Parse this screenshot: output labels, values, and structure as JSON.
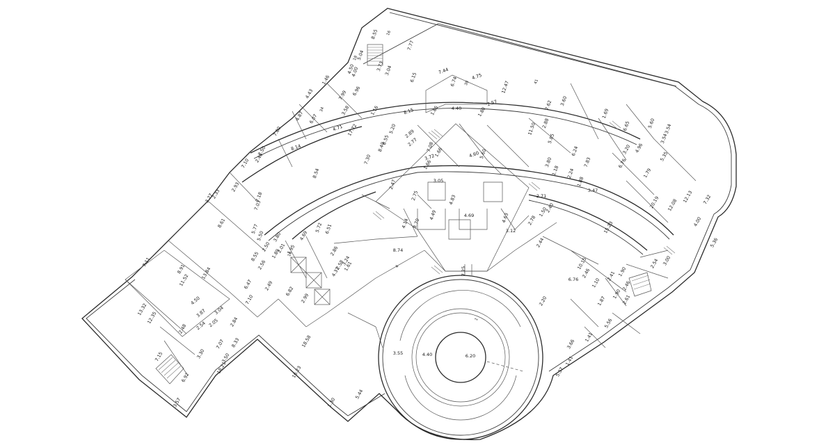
{
  "dimensions": [
    {
      "id": "d01",
      "text": "8.55"
    },
    {
      "id": "d02",
      "text": "7.77"
    },
    {
      "id": "d03",
      "text": "3.73"
    },
    {
      "id": "d04",
      "text": "4.50"
    },
    {
      "id": "d05",
      "text": "3.04"
    },
    {
      "id": "d06",
      "text": "5.04"
    },
    {
      "id": "d07",
      "text": "4.00"
    },
    {
      "id": "d08",
      "text": "6.15"
    },
    {
      "id": "d09",
      "text": "7.44"
    },
    {
      "id": "d10",
      "text": "4.75"
    },
    {
      "id": "d11",
      "text": "6.74"
    },
    {
      "id": "d12",
      "text": "12.47"
    },
    {
      "id": "d13",
      "text": "4.43"
    },
    {
      "id": "d14",
      "text": "1.46"
    },
    {
      "id": "d15",
      "text": "7.99"
    },
    {
      "id": "d16",
      "text": "6.96"
    },
    {
      "id": "d17",
      "text": "8.15"
    },
    {
      "id": "d18",
      "text": "4.40"
    },
    {
      "id": "d19",
      "text": "1.85"
    },
    {
      "id": "d20",
      "text": "1.80"
    },
    {
      "id": "d21",
      "text": "2.57"
    },
    {
      "id": "d22",
      "text": "7.62"
    },
    {
      "id": "d23",
      "text": "3.60"
    },
    {
      "id": "d24",
      "text": "4.87"
    },
    {
      "id": "d25",
      "text": "6.07"
    },
    {
      "id": "d26",
      "text": "7.80"
    },
    {
      "id": "d27",
      "text": "4.71"
    },
    {
      "id": "d28",
      "text": "17.72"
    },
    {
      "id": "d29",
      "text": "5.20"
    },
    {
      "id": "d30",
      "text": "2.89"
    },
    {
      "id": "d31",
      "text": "2.77"
    },
    {
      "id": "d32",
      "text": "11.50"
    },
    {
      "id": "d33",
      "text": "2.88"
    },
    {
      "id": "d34",
      "text": "5.85"
    },
    {
      "id": "d35",
      "text": "2.50"
    },
    {
      "id": "d36",
      "text": "7.10"
    },
    {
      "id": "d37",
      "text": "2.45"
    },
    {
      "id": "d38",
      "text": "8.14"
    },
    {
      "id": "d39",
      "text": "7.30"
    },
    {
      "id": "d40",
      "text": "8.40"
    },
    {
      "id": "d41",
      "text": "8.55"
    },
    {
      "id": "d42",
      "text": "4.60"
    },
    {
      "id": "d43",
      "text": "5.60"
    },
    {
      "id": "d44",
      "text": "7.08"
    },
    {
      "id": "d45",
      "text": "3.72"
    },
    {
      "id": "d46",
      "text": "1.66"
    },
    {
      "id": "d47",
      "text": "1.66"
    },
    {
      "id": "d48",
      "text": "8.54"
    },
    {
      "id": "d49",
      "text": "3.27"
    },
    {
      "id": "d50",
      "text": "2.33"
    },
    {
      "id": "d51",
      "text": "2.93"
    },
    {
      "id": "d52",
      "text": "7.18"
    },
    {
      "id": "d53",
      "text": "7.03"
    },
    {
      "id": "d54",
      "text": "3.05"
    },
    {
      "id": "d55",
      "text": "2.47"
    },
    {
      "id": "d56",
      "text": "2.75"
    },
    {
      "id": "d57",
      "text": "4.83"
    },
    {
      "id": "d58",
      "text": "8.61"
    },
    {
      "id": "d59",
      "text": "5.77"
    },
    {
      "id": "d60",
      "text": "5.50"
    },
    {
      "id": "d61",
      "text": "4.14"
    },
    {
      "id": "d62",
      "text": "8.70"
    },
    {
      "id": "d63",
      "text": "4.49"
    },
    {
      "id": "d64",
      "text": "4.69"
    },
    {
      "id": "d65",
      "text": "4.63"
    },
    {
      "id": "d66",
      "text": "3.12"
    },
    {
      "id": "d67",
      "text": "3.80"
    },
    {
      "id": "d68",
      "text": "2.50"
    },
    {
      "id": "d69",
      "text": "4.69"
    },
    {
      "id": "d70",
      "text": "5.72"
    },
    {
      "id": "d71",
      "text": "6.51"
    },
    {
      "id": "d72",
      "text": "2.01"
    },
    {
      "id": "d73",
      "text": "1.89"
    },
    {
      "id": "d74",
      "text": "2.86"
    },
    {
      "id": "d75",
      "text": "1.95"
    },
    {
      "id": "d76",
      "text": "3.24"
    },
    {
      "id": "d77",
      "text": "2.58"
    },
    {
      "id": "d78",
      "text": "1.61"
    },
    {
      "id": "d79",
      "text": "8.74"
    },
    {
      "id": "d80",
      "text": "4.37"
    },
    {
      "id": "d81",
      "text": "7.11"
    },
    {
      "id": "d82",
      "text": "8.91"
    },
    {
      "id": "d83",
      "text": "13.84"
    },
    {
      "id": "d84",
      "text": "11.52"
    },
    {
      "id": "d85",
      "text": "8.55"
    },
    {
      "id": "d86",
      "text": "2.56"
    },
    {
      "id": "d87",
      "text": "6.47"
    },
    {
      "id": "d88",
      "text": "2.49"
    },
    {
      "id": "d89",
      "text": "6.82"
    },
    {
      "id": "d90",
      "text": "2.99"
    },
    {
      "id": "d91",
      "text": "7.10"
    },
    {
      "id": "d92",
      "text": "4.50"
    },
    {
      "id": "d93",
      "text": "3.87"
    },
    {
      "id": "d94",
      "text": "3.04"
    },
    {
      "id": "d95",
      "text": "2.05"
    },
    {
      "id": "d96",
      "text": "2.54"
    },
    {
      "id": "d97",
      "text": "2.84"
    },
    {
      "id": "d98",
      "text": "13.32"
    },
    {
      "id": "d99",
      "text": "12.35"
    },
    {
      "id": "d100",
      "text": "2.48"
    },
    {
      "id": "d101",
      "text": "7.07"
    },
    {
      "id": "d102",
      "text": "8.33"
    },
    {
      "id": "d103",
      "text": "18.58"
    },
    {
      "id": "d104",
      "text": "7.15"
    },
    {
      "id": "d105",
      "text": "3.30"
    },
    {
      "id": "d106",
      "text": "18.21"
    },
    {
      "id": "d107",
      "text": "3.50"
    },
    {
      "id": "d108",
      "text": "16.23"
    },
    {
      "id": "d109",
      "text": "6.92"
    },
    {
      "id": "d110",
      "text": "3.57"
    },
    {
      "id": "d111",
      "text": "5.44"
    },
    {
      "id": "d112",
      "text": "1.30"
    },
    {
      "id": "d113",
      "text": "3.55"
    },
    {
      "id": "d114",
      "text": "4.40"
    },
    {
      "id": "d115",
      "text": "6.20"
    },
    {
      "id": "d116",
      "text": "7.25"
    },
    {
      "id": "d117",
      "text": "1.69"
    },
    {
      "id": "d118",
      "text": "6.65"
    },
    {
      "id": "d119",
      "text": "5.60"
    },
    {
      "id": "d120",
      "text": "3.54"
    },
    {
      "id": "d121",
      "text": "3.54"
    },
    {
      "id": "d122",
      "text": "4.96"
    },
    {
      "id": "d123",
      "text": "5.35"
    },
    {
      "id": "d124",
      "text": "6.24"
    },
    {
      "id": "d125",
      "text": "7.83"
    },
    {
      "id": "d126",
      "text": "6.76"
    },
    {
      "id": "d127",
      "text": "3.20"
    },
    {
      "id": "d128",
      "text": "1.79"
    },
    {
      "id": "d129",
      "text": "3.80"
    },
    {
      "id": "d130",
      "text": "1.18"
    },
    {
      "id": "d131",
      "text": "2.24"
    },
    {
      "id": "d132",
      "text": "1.88"
    },
    {
      "id": "d133",
      "text": "3.47"
    },
    {
      "id": "d134",
      "text": "20.19"
    },
    {
      "id": "d135",
      "text": "12.08"
    },
    {
      "id": "d136",
      "text": "7.32"
    },
    {
      "id": "d137",
      "text": "12.13"
    },
    {
      "id": "d138",
      "text": "2.71"
    },
    {
      "id": "d139",
      "text": "2.40"
    },
    {
      "id": "d140",
      "text": "1.50"
    },
    {
      "id": "d141",
      "text": "2.78"
    },
    {
      "id": "d142",
      "text": "15.23"
    },
    {
      "id": "d143",
      "text": "4.00"
    },
    {
      "id": "d144",
      "text": "5.36"
    },
    {
      "id": "d145",
      "text": "2.44"
    },
    {
      "id": "d146",
      "text": "10.15"
    },
    {
      "id": "d147",
      "text": "2.54"
    },
    {
      "id": "d148",
      "text": "3.00"
    },
    {
      "id": "d149",
      "text": "2.46"
    },
    {
      "id": "d150",
      "text": "6.76"
    },
    {
      "id": "d151",
      "text": "2.41"
    },
    {
      "id": "d152",
      "text": "1.90"
    },
    {
      "id": "d153",
      "text": "1.10"
    },
    {
      "id": "d154",
      "text": "2.20"
    },
    {
      "id": "d155",
      "text": "2.46"
    },
    {
      "id": "d156",
      "text": "1.90"
    },
    {
      "id": "d157",
      "text": "1.87"
    },
    {
      "id": "d158",
      "text": "2.61"
    },
    {
      "id": "d159",
      "text": "5.56"
    },
    {
      "id": "d160",
      "text": "3.66"
    },
    {
      "id": "d161",
      "text": "1.41"
    },
    {
      "id": "d162",
      "text": "5.37"
    },
    {
      "id": "d163",
      "text": "1.41"
    },
    {
      "id": "d164",
      "text": "3.58"
    },
    {
      "id": "d165",
      "text": "1.16"
    }
  ],
  "rooms": [
    {
      "id": "r01",
      "text": "16"
    },
    {
      "id": "r02",
      "text": "18"
    },
    {
      "id": "r03",
      "text": "38"
    },
    {
      "id": "r04",
      "text": "41"
    },
    {
      "id": "r05",
      "text": "34"
    },
    {
      "id": "r06",
      "text": "10"
    },
    {
      "id": "r07",
      "text": "1"
    },
    {
      "id": "r08",
      "text": "4"
    }
  ]
}
